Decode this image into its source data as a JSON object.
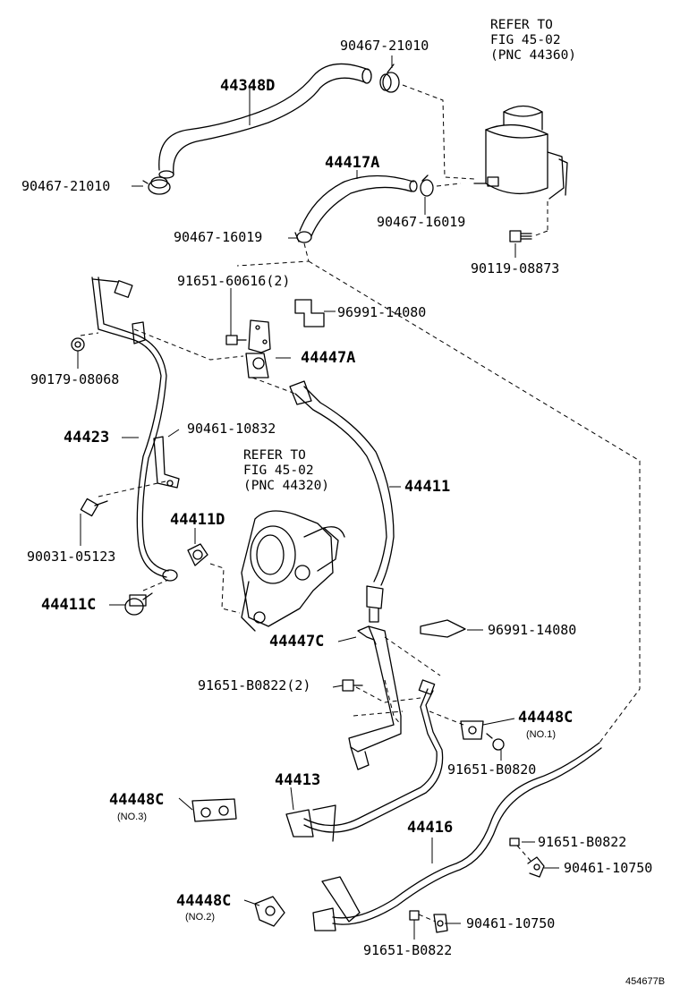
{
  "references": {
    "reservoir": "REFER TO\nFIG 45-02\n(PNC 44360)",
    "pump": "REFER TO\nFIG 45-02\n(PNC 44320)"
  },
  "parts": {
    "p90467_21010_top": "90467-21010",
    "p44348D": "44348D",
    "p90467_21010_left": "90467-21010",
    "p44417A": "44417A",
    "p90467_16019_right": "90467-16019",
    "p90467_16019_left": "90467-16019",
    "p90119_08873": "90119-08873",
    "p91651_60616": "91651-60616(2)",
    "p96991_14080_top": "96991-14080",
    "p44447A": "44447A",
    "p90179_08068": "90179-08068",
    "p44423": "44423",
    "p90461_10832": "90461-10832",
    "p44411": "44411",
    "p44411D": "44411D",
    "p90031_05123": "90031-05123",
    "p44411C": "44411C",
    "p96991_14080_mid": "96991-14080",
    "p44447C": "44447C",
    "p91651_B0822_2": "91651-B0822(2)",
    "p44448C_no1": "44448C",
    "no1": "(NO.1)",
    "p91651_B0820": "91651-B0820",
    "p44413": "44413",
    "p44448C_no3": "44448C",
    "no3": "(NO.3)",
    "p44416": "44416",
    "p91651_B0822_r": "91651-B0822",
    "p90461_10750_r": "90461-10750",
    "p44448C_no2": "44448C",
    "no2": "(NO.2)",
    "p90461_10750_b": "90461-10750",
    "p91651_B0822_b": "91651-B0822"
  },
  "diagram_id": "454677B"
}
